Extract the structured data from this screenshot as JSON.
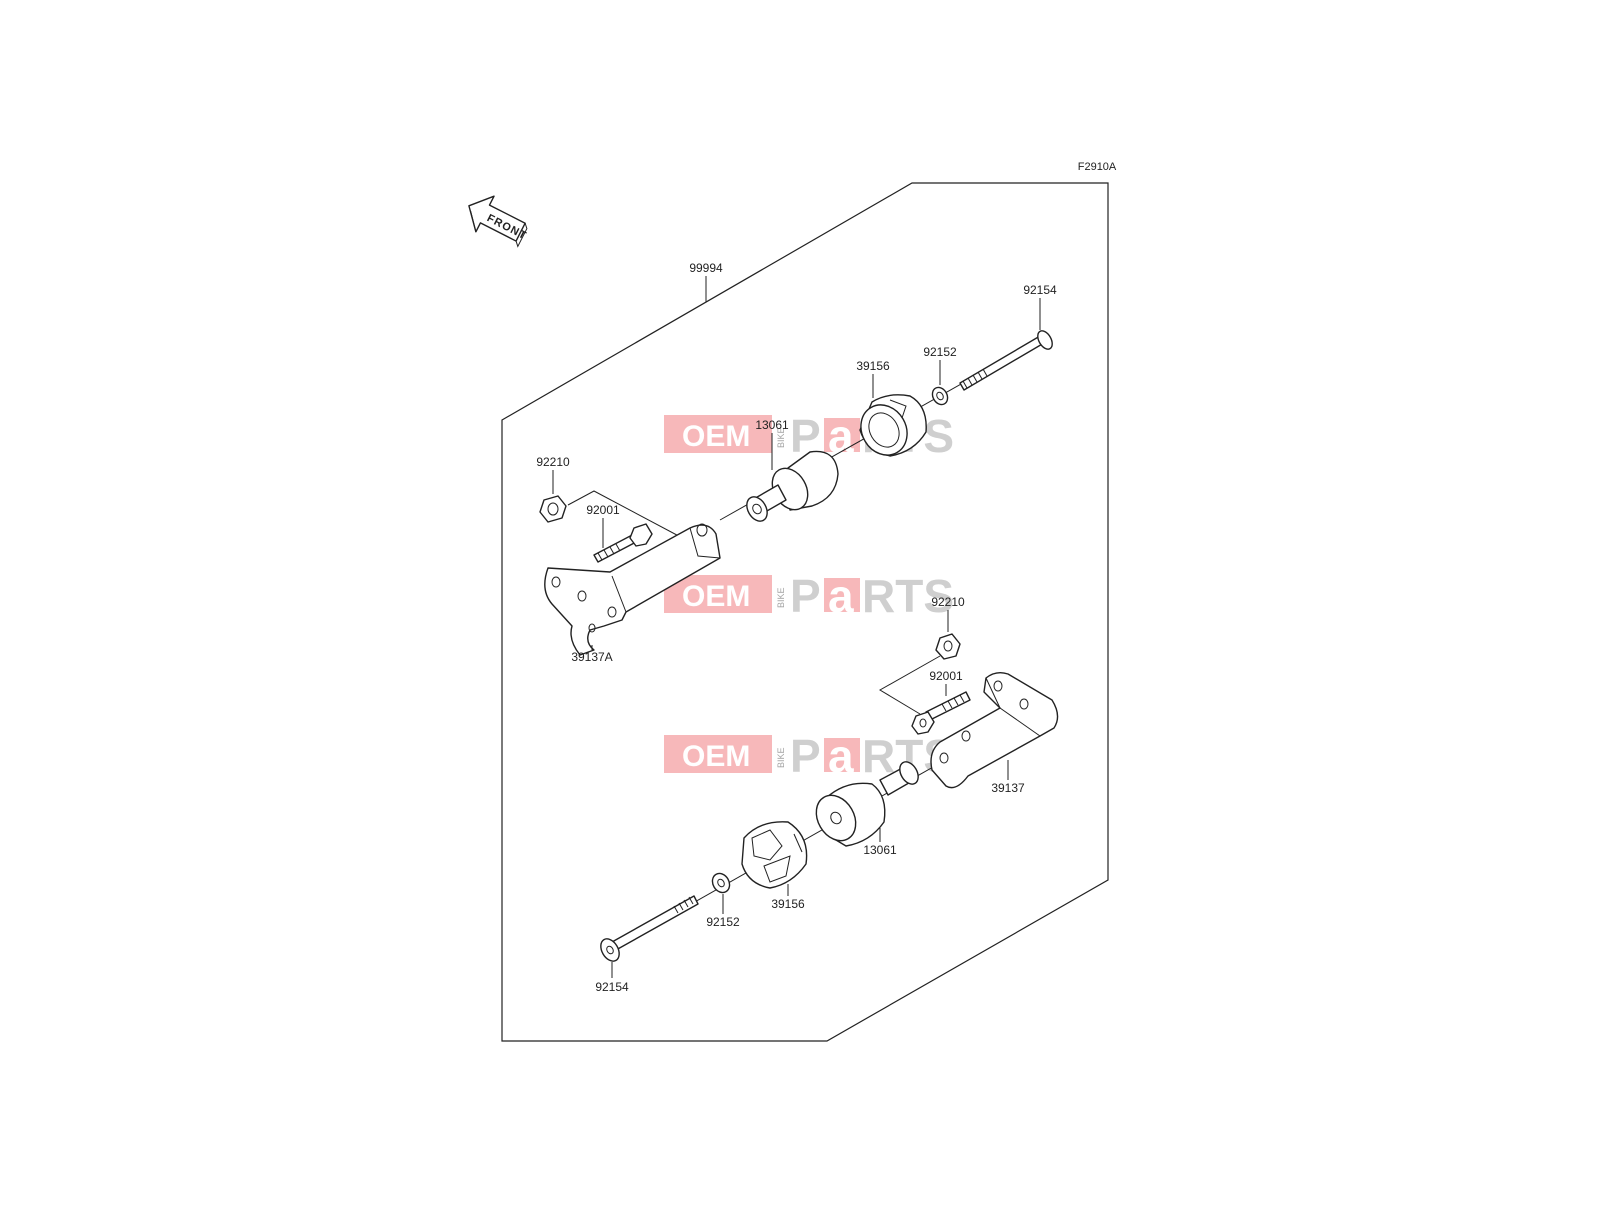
{
  "diagram": {
    "code": "F2910A",
    "front_label": "FRONT",
    "assembly_number": "99994",
    "upper_assembly": {
      "bolt_long": "92154",
      "washer": "92152",
      "slider_cap": "39156",
      "slider": "13061",
      "nut": "92210",
      "bolt_short": "92001",
      "bracket": "39137A"
    },
    "lower_assembly": {
      "nut": "92210",
      "bolt_short": "92001",
      "bracket": "39137",
      "slider": "13061",
      "slider_cap": "39156",
      "washer": "92152",
      "bolt_long": "92154"
    }
  },
  "watermark": {
    "oem": "OEM",
    "bike": "BIKE",
    "parts_p": "P",
    "parts_a": "a",
    "parts_rest": "RTS"
  }
}
